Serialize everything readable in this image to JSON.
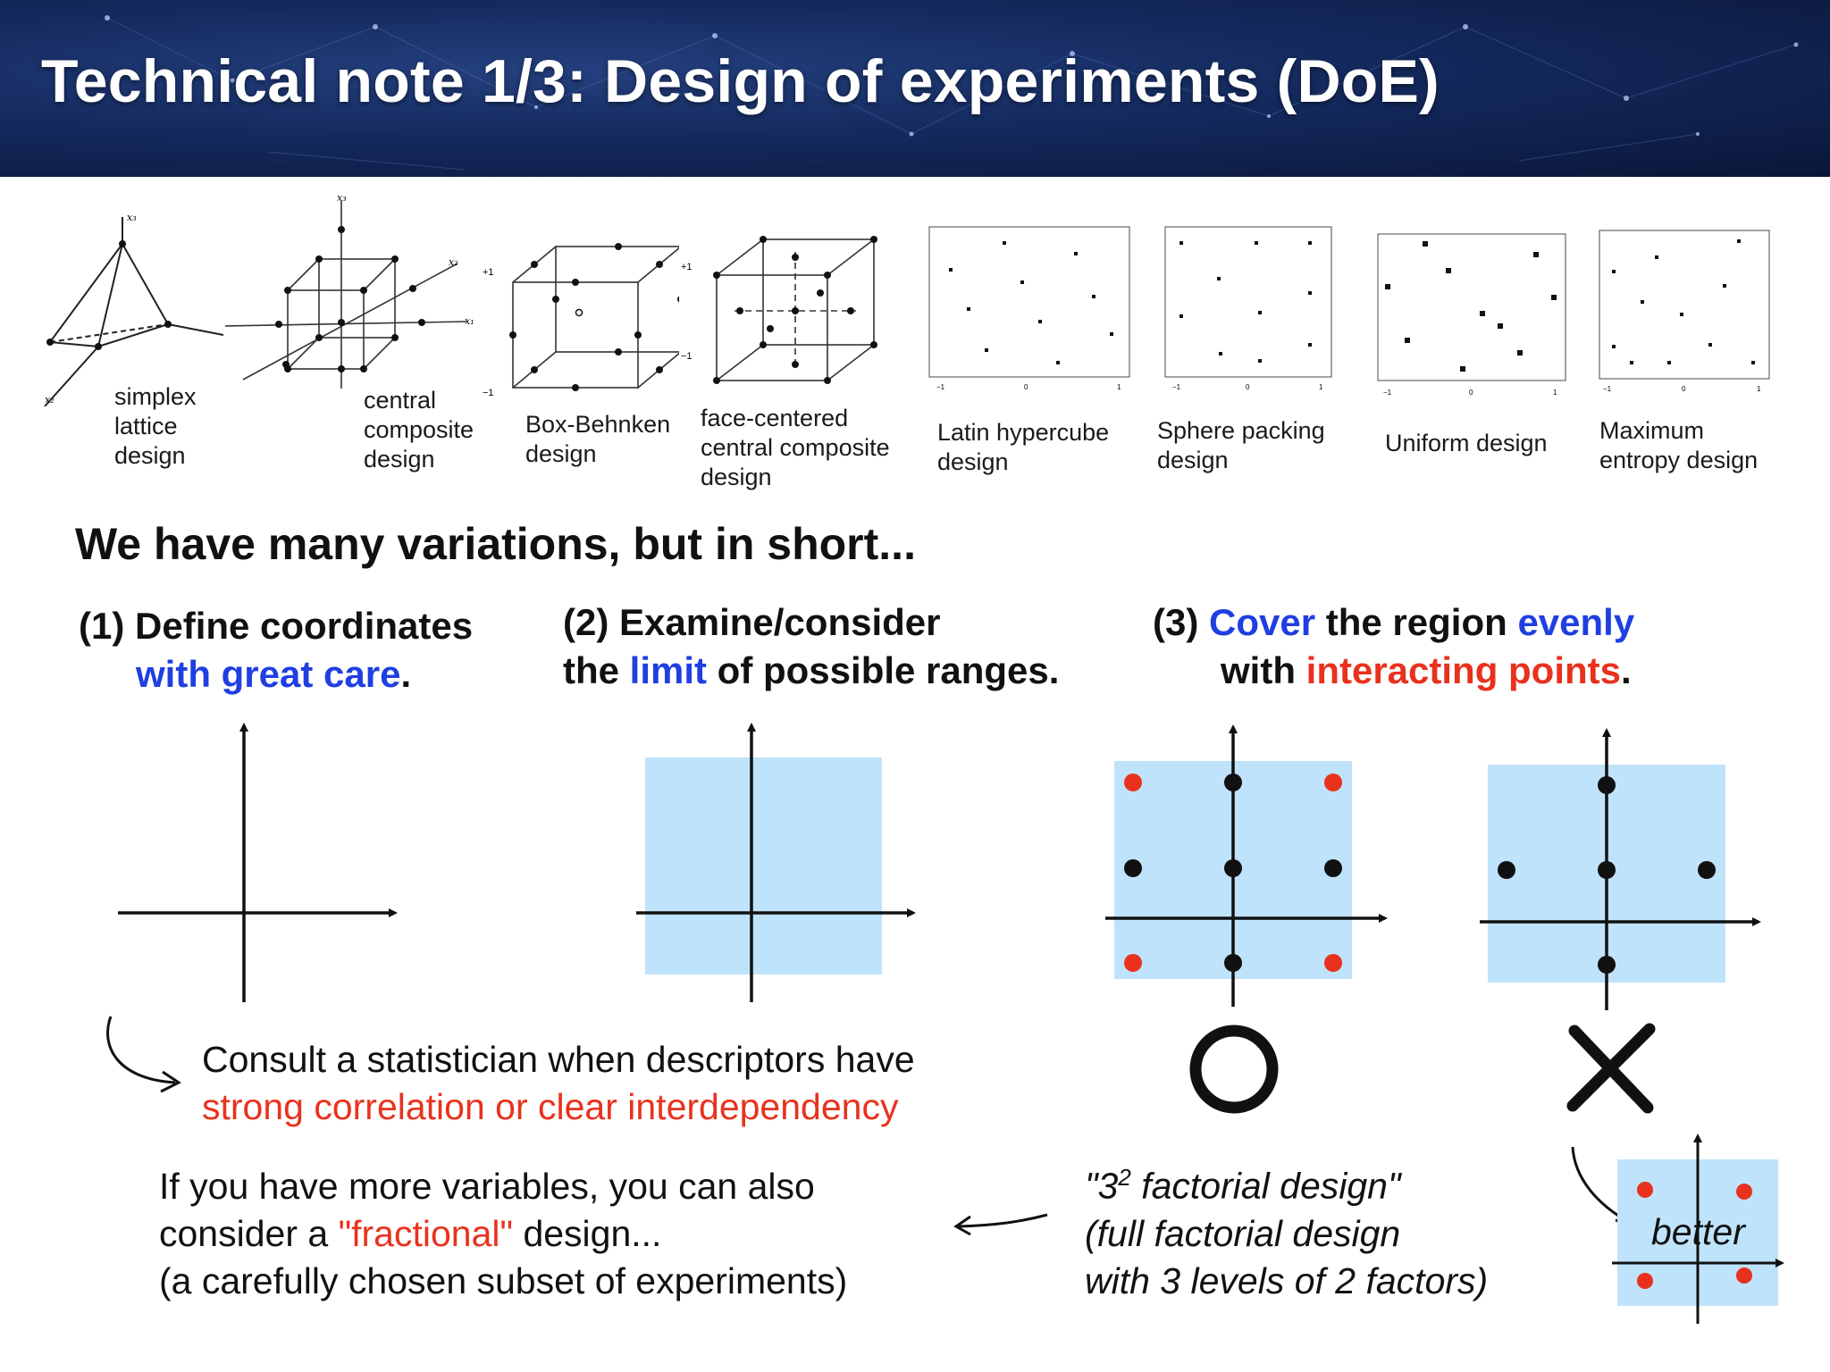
{
  "title": "Technical note 1/3: Design of experiments (DoE)",
  "designs": [
    {
      "id": "simplex",
      "label_lines": [
        "simplex",
        "lattice",
        "design"
      ]
    },
    {
      "id": "ccd",
      "label_lines": [
        "central",
        "composite",
        "design"
      ]
    },
    {
      "id": "bbd",
      "label_lines": [
        "Box-Behnken",
        "design"
      ]
    },
    {
      "id": "fccd",
      "label_lines": [
        "face-centered",
        "central composite",
        "design"
      ]
    },
    {
      "id": "lhs",
      "label_lines": [
        "Latin hypercube",
        "design"
      ]
    },
    {
      "id": "sphere",
      "label_lines": [
        "Sphere packing",
        "design"
      ]
    },
    {
      "id": "uniform",
      "label_lines": [
        "Uniform design"
      ]
    },
    {
      "id": "maxent",
      "label_lines": [
        "Maximum",
        "entropy design"
      ]
    }
  ],
  "summary": "We have many variations, but in short...",
  "steps": [
    {
      "num": "(1)",
      "line1": "Define coordinates",
      "line2_hl": "with great care",
      "line2_end": "."
    },
    {
      "num": "(2)",
      "line1": "Examine/consider",
      "line2_a": "the ",
      "line2_hl": "limit",
      "line2_b": " of possible ranges."
    },
    {
      "num": "(3)",
      "hl1": "Cover",
      "mid": " the region ",
      "hl2": "evenly",
      "line2_a": "with ",
      "line2_hl": "interacting points",
      "line2_end": "."
    }
  ],
  "consult": {
    "line1": "Consult a statistician when descriptors have",
    "line2": "strong correlation or clear interdependency"
  },
  "fractional": {
    "line1": "If you have more variables, you can also",
    "line2_a": "consider a ",
    "line2_hl": "\"fractional\"",
    "line2_b": " design...",
    "line3": "(a carefully chosen subset of experiments)"
  },
  "factorial": {
    "line1_a": "\"3",
    "line1_sup": "2",
    "line1_b": " factorial design\"",
    "line2": "(full factorial design",
    "line3": "with 3 levels of 2 factors)"
  },
  "better_label": "better",
  "colors": {
    "blue_text": "#1f3fe0",
    "red": "#e8321e",
    "region": "#bfe3fa",
    "header": "#142a5e"
  }
}
